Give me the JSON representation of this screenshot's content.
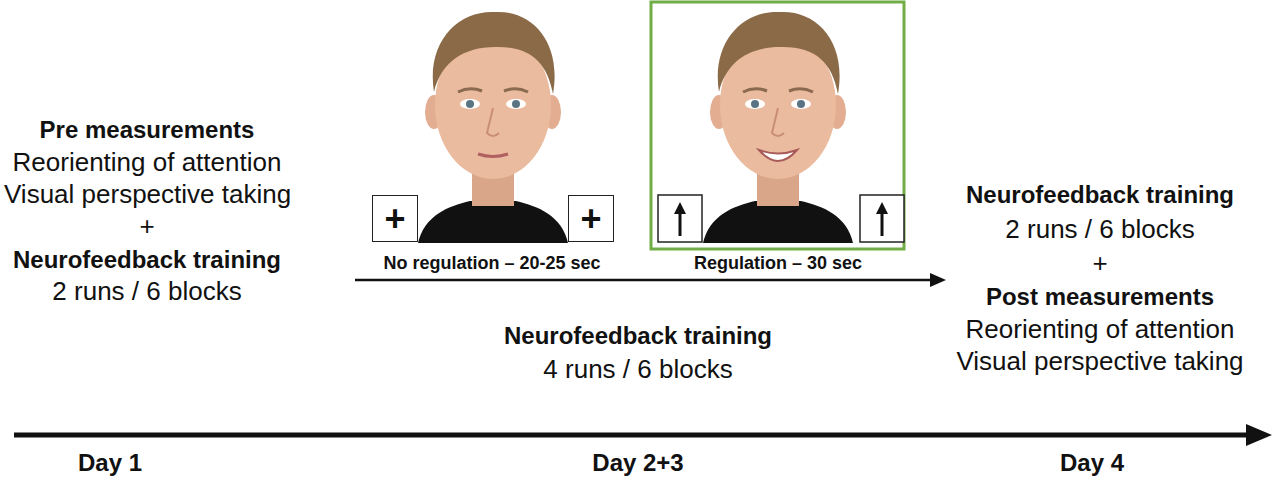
{
  "diagram": {
    "nodes": [
      {
        "text": [
          "+"
        ]
      },
      {
        "text": [
          "+"
        ]
      }
    ],
    "labels": [
      "Pre measurements",
      "Reorienting of attention",
      "Visual perspective taking",
      "+",
      "Neurofeedback training",
      "2 runs / 6 blocks",
      "No regulation – 20-25 sec",
      "Regulation – 30 sec",
      "Neurofeedback training",
      "4 runs / 6 blocks",
      "Neurofeedback training",
      "2 runs / 6 blocks",
      "+",
      "Post measurements",
      "Reorienting of attention",
      "Visual perspective taking",
      "Day 1",
      "Day 2+3",
      "Day 4"
    ]
  }
}
